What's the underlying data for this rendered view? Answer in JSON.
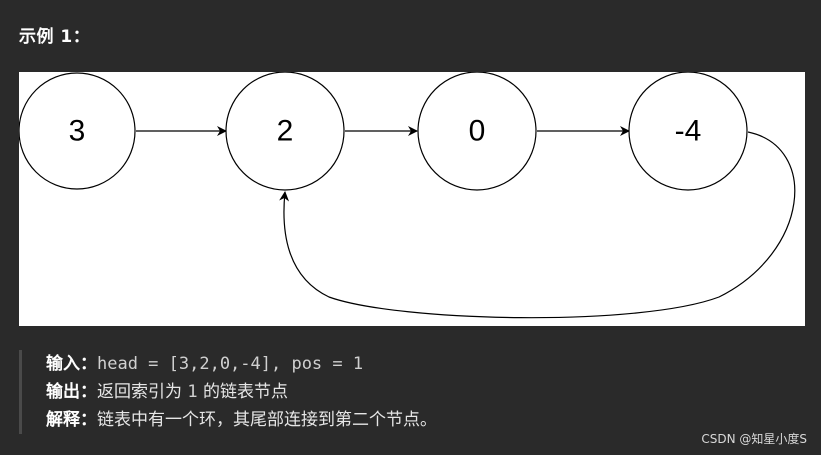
{
  "header": {
    "title": "示例 1："
  },
  "diagram": {
    "nodes": [
      {
        "id": "n0",
        "label": "3"
      },
      {
        "id": "n1",
        "label": "2"
      },
      {
        "id": "n2",
        "label": "0"
      },
      {
        "id": "n3",
        "label": "-4"
      }
    ],
    "edges": [
      {
        "from": "n0",
        "to": "n1"
      },
      {
        "from": "n1",
        "to": "n2"
      },
      {
        "from": "n2",
        "to": "n3"
      },
      {
        "from": "n3",
        "to": "n1"
      }
    ]
  },
  "example": {
    "input_label": "输入：",
    "input_value": "head = [3,2,0,-4], pos = 1",
    "output_label": "输出：",
    "output_prefix": "返回索引为 ",
    "output_index": "1",
    "output_suffix": " 的链表节点",
    "explain_label": "解释：",
    "explain_text": "链表中有一个环，其尾部连接到第二个节点。"
  },
  "footer": {
    "watermark": "CSDN @知星小度S"
  }
}
